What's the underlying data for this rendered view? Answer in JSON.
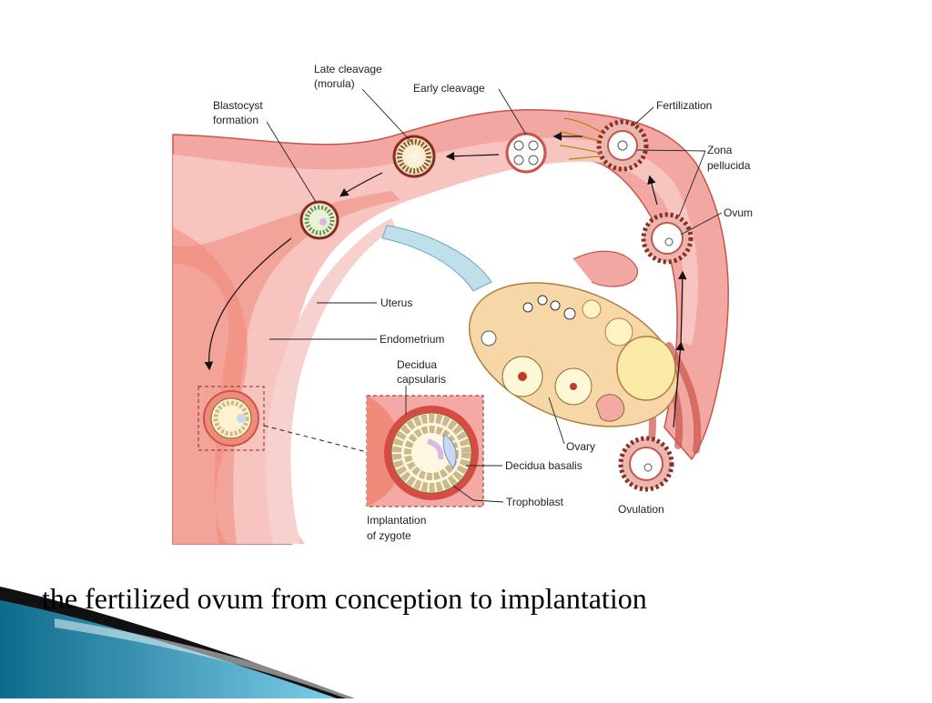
{
  "slide": {
    "caption": "the fertilized ovum from conception to implantation"
  },
  "diagram": {
    "labels": {
      "late_cleavage_1": "Late cleavage",
      "late_cleavage_2": "(morula)",
      "early_cleavage": "Early cleavage",
      "fertilization": "Fertilization",
      "blastocyst_1": "Blastocyst",
      "blastocyst_2": "formation",
      "zona_1": "Zona",
      "zona_2": "pellucida",
      "ovum": "Ovum",
      "uterus": "Uterus",
      "endometrium": "Endometrium",
      "decidua_capsularis_1": "Decidua",
      "decidua_capsularis_2": "capsularis",
      "ovary": "Ovary",
      "decidua_basalis": "Decidua basalis",
      "trophoblast": "Trophoblast",
      "ovulation": "Ovulation",
      "implantation_1": "Implantation",
      "implantation_2": "of zygote"
    }
  },
  "colors": {
    "tube_outer": "#f2a7a3",
    "tube_inner": "#f7c4c0",
    "endometrium": "#f19b8c",
    "ovary": "#f7d7a8",
    "ligament": "#bfe0ea",
    "cell_ring": "#c9544a",
    "decoration_blue": "#2a7fa3"
  }
}
